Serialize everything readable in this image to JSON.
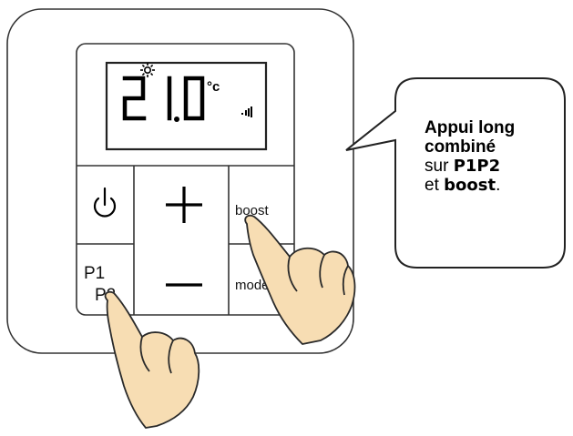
{
  "display": {
    "temp_int": "2",
    "temp_dec": "1.0",
    "unit": "°c",
    "sun_icon": "sun-icon",
    "signal_icon": "signal-icon"
  },
  "buttons": {
    "power_icon": "power-icon",
    "plus_icon": "plus-icon",
    "minus_icon": "minus-icon",
    "boost_label": "boost",
    "mode_label": "mode",
    "p1_label": "P1",
    "p2_label": "P2"
  },
  "callout": {
    "line1": "Appui long",
    "line2": "combiné",
    "line3_prefix": "sur ",
    "line3_bold": "P1P2",
    "line4_prefix": "et ",
    "line4_bold": "boost",
    "line4_suffix": "."
  },
  "colors": {
    "outline": "#333333",
    "skin": "#f7ddb3",
    "skin_stroke": "#2a2a2a"
  }
}
